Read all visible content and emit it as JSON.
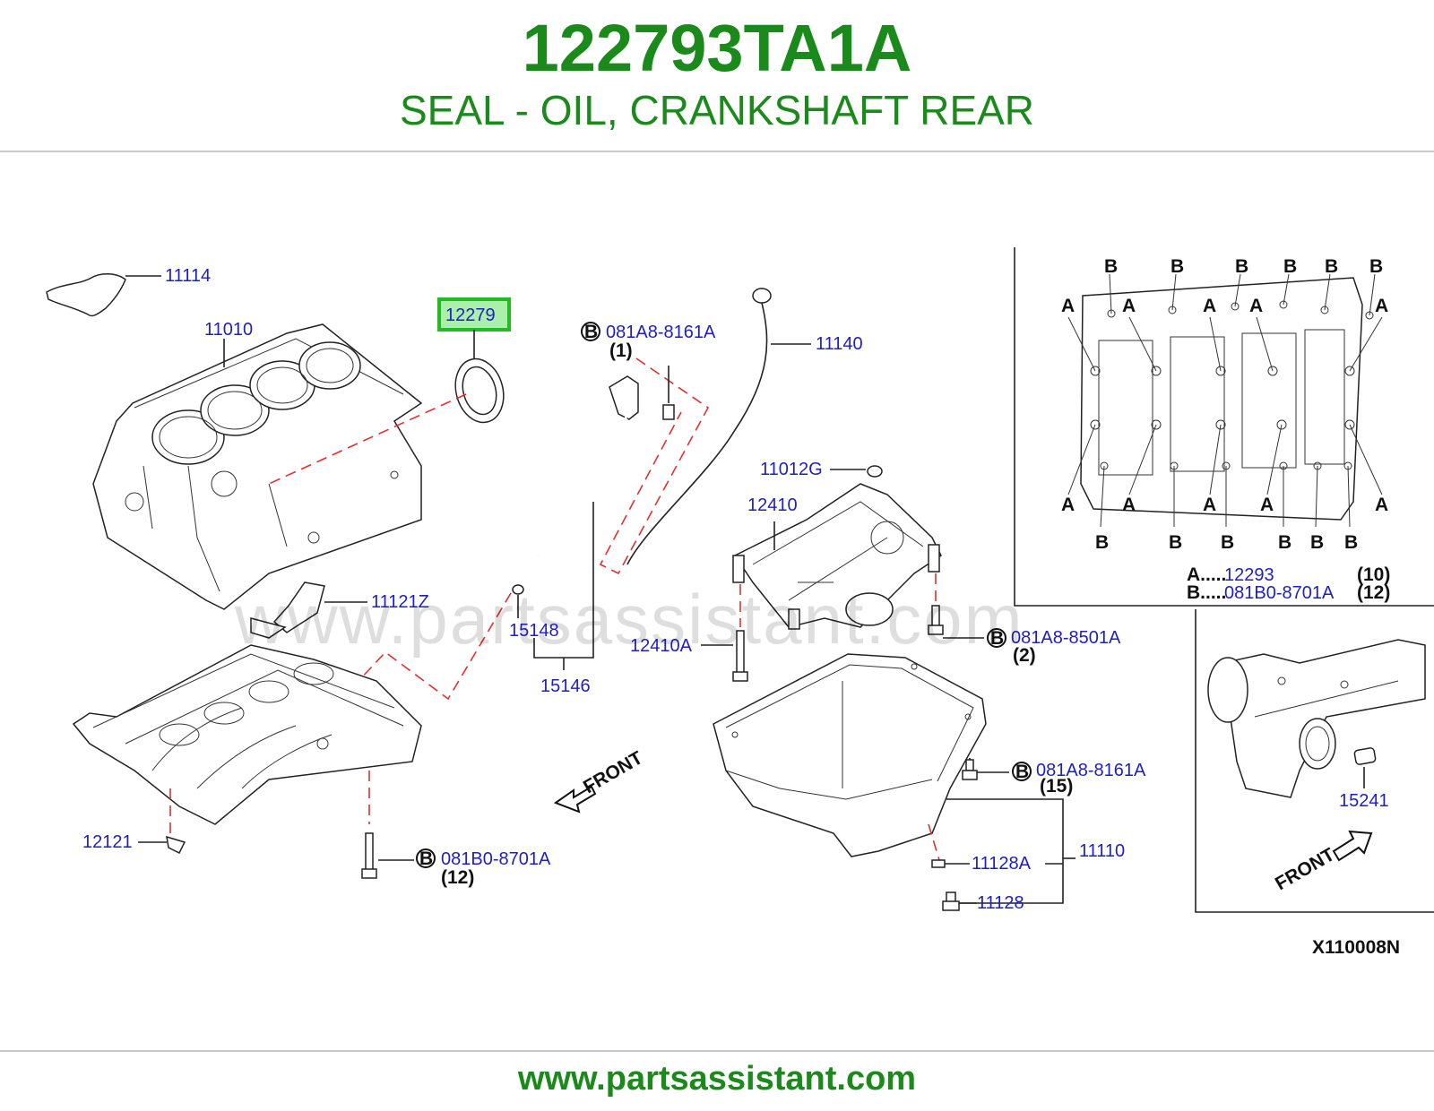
{
  "header": {
    "part_number": "122793TA1A",
    "description": "SEAL - OIL, CRANKSHAFT REAR"
  },
  "footer": {
    "url": "www.partsassistant.com"
  },
  "watermark": "www.partsassistant.com",
  "diagram": {
    "code": "X110008N",
    "highlighted_part": "12279",
    "highlight_color": "#22bb22",
    "part_label_color": "#1f1fbf",
    "leader_dash_color": "#e03030",
    "labels": {
      "p11114": "11114",
      "p11010": "11010",
      "p12279": "12279",
      "p081A8_8161A_top": "081A8-8161A",
      "qty1": "(1)",
      "p11140": "11140",
      "p11012G": "11012G",
      "p12410": "12410",
      "p11121Z": "11121Z",
      "p15148": "15148",
      "p15146": "15146",
      "p12410A": "12410A",
      "p081A8_8501A": "081A8-8501A",
      "qty2": "(2)",
      "front_left": "FRONT",
      "p081A8_8161A_mid": "081A8-8161A",
      "qty15": "(15)",
      "p12121": "12121",
      "p081B0_8701A": "081B0-8701A",
      "qty12": "(12)",
      "p11110": "11110",
      "p11128A": "11128A",
      "p11128": "11128",
      "p15241": "15241",
      "front_right": "FRONT"
    },
    "callout_letters": {
      "a": "A",
      "b": "B"
    },
    "legend": {
      "a_prefix": "A.....",
      "a_part": "12293",
      "a_qty": "(10)",
      "b_prefix": "B.....",
      "b_part": "081B0-8701A",
      "b_qty": "(12)"
    }
  }
}
